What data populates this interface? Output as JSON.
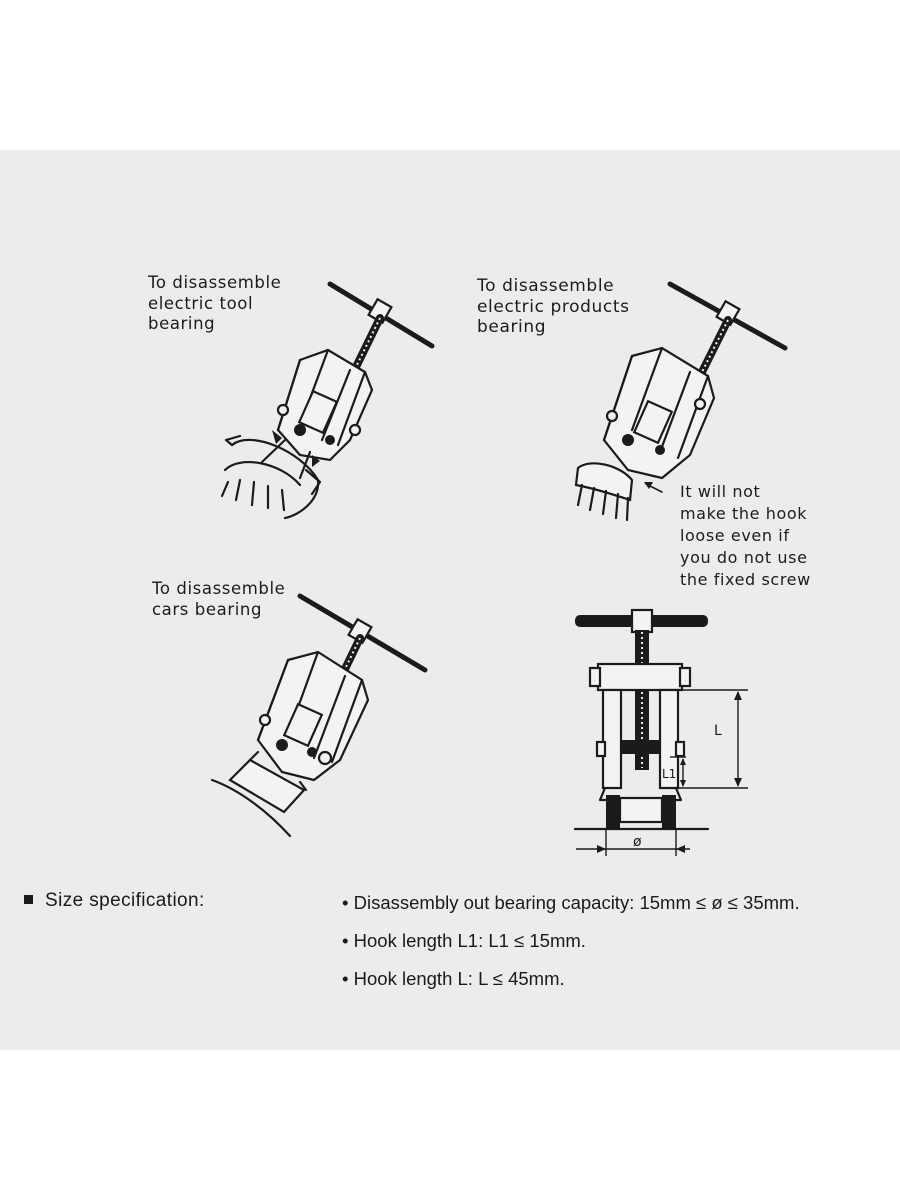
{
  "captions": {
    "electric_tool": "To disassemble\nelectric tool\nbearing",
    "electric_products": "To disassemble\nelectric products\nbearing",
    "cars": "To disassemble\ncars bearing",
    "hook_note": "It will not\nmake the hook\nloose even if\nyou do not use\nthe fixed screw"
  },
  "dimensions": {
    "L": "L",
    "L1": "L1",
    "diameter": "ø"
  },
  "spec": {
    "heading": "Size specification:",
    "items": [
      "Disassembly out bearing capacity: 15mm ≤ ø ≤ 35mm.",
      "Hook length L1: L1 ≤  15mm.",
      "Hook length L: L ≤ 45mm."
    ]
  }
}
